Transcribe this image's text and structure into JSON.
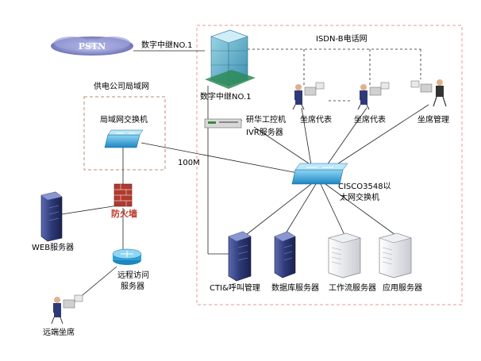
{
  "labels": {
    "pstn": "PSTN",
    "digital_trunk_top": "数字中继NO.1",
    "isdn_network": "ISDN-B电话网",
    "power_lan": "供电公司局域网",
    "digital_trunk": "数字中继NO.1",
    "lan_switch": "局域网交换机",
    "ipc_line1": "研华工控机",
    "ipc_line2": "IVR服务器",
    "seat_agent_1": "坐席代表",
    "seat_agent_2": "坐席代表",
    "seat_manager": "坐席管理",
    "link_speed": "100M",
    "cisco_line1": "CISCO3548以",
    "cisco_line2": "太网交换机",
    "firewall": "防火墙",
    "web_server": "WEB服务器",
    "remote_access_line1": "远程访问",
    "remote_access_line2": "服务器",
    "cti_server": "CTI&呼叫管理",
    "db_server": "数据库服务器",
    "workflow_server": "工作流服务器",
    "app_server": "应用服务器",
    "remote_seat": "远端坐席"
  },
  "colors": {
    "datacenter_border": "#e89a9a",
    "lan_border": "#c08a70",
    "switch": "#2aa3d8",
    "server_dark": "#3a4a8a",
    "firewall": "#a52a2a",
    "pstn_cloud": "#7a7fc2"
  }
}
